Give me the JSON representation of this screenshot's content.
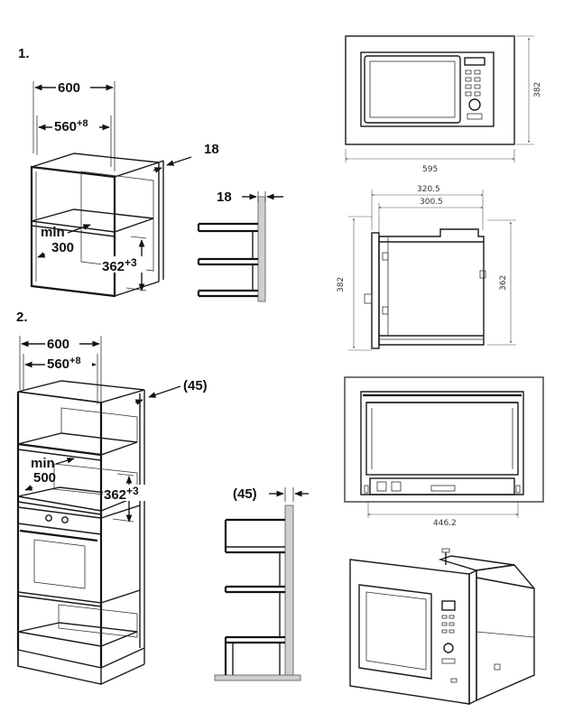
{
  "section1": {
    "number": "1.",
    "width_label": "600",
    "inner_label_main": "560",
    "inner_label_sup": "+8",
    "panel_label": "18",
    "min_label": "min",
    "min_value": "300",
    "height_label_main": "362",
    "height_label_sup": "+3",
    "side_gap_label": "18"
  },
  "section2": {
    "number": "2.",
    "width_label": "600",
    "inner_label_main": "560",
    "inner_label_sup": "+8",
    "panel_label": "(45)",
    "min_label": "min",
    "min_value": "500",
    "height_label_main": "362",
    "height_label_sup": "+3",
    "side_gap_label": "(45)"
  },
  "front_view": {
    "width": "595",
    "height": "382"
  },
  "side_view": {
    "depth_total": "320.5",
    "depth_inner": "300.5",
    "height_total": "382",
    "height_inner": "362"
  },
  "top_view": {
    "width": "446.2"
  },
  "colors": {
    "line": "#1a1a1a",
    "wall": "#cfcfcf"
  }
}
